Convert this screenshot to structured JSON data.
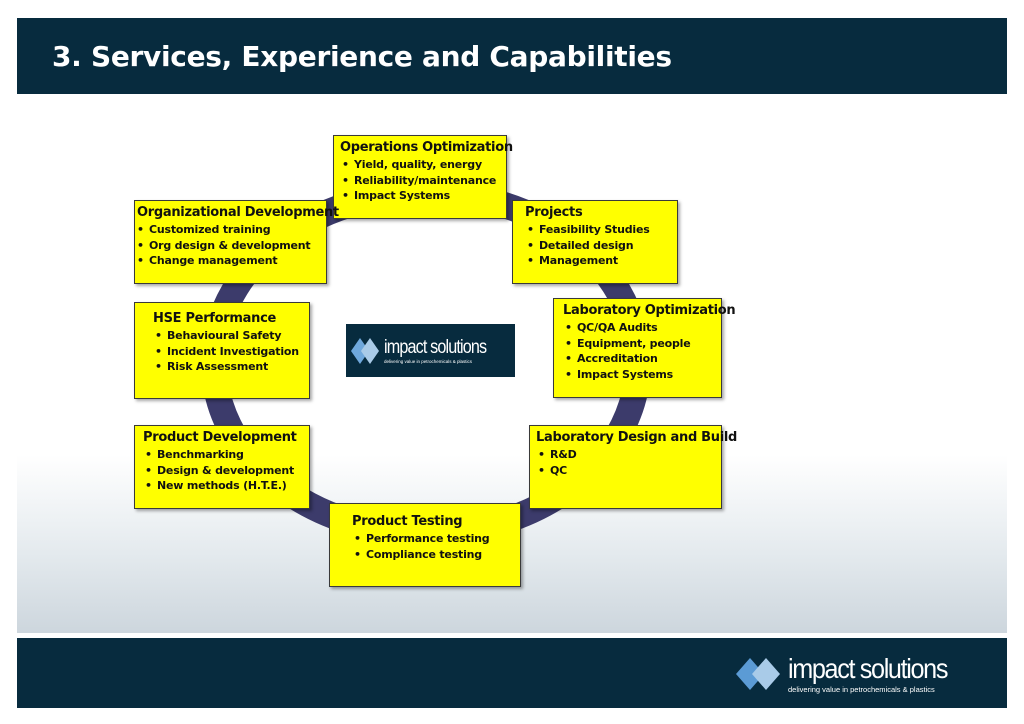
{
  "title": "3. Services, Experience and Capabilities",
  "colors": {
    "header": "#072b3e",
    "box_fill": "#ffff00",
    "ring": "#3c3b6b"
  },
  "logo": {
    "name": "impact solutions",
    "tagline": "delivering value in petrochemicals & plastics"
  },
  "boxes": [
    {
      "title": "Operations Optimization",
      "items": [
        "Yield, quality, energy",
        "Reliability/maintenance",
        "Impact Systems"
      ]
    },
    {
      "title": "Projects",
      "items": [
        "Feasibility Studies",
        "Detailed design",
        "Management"
      ]
    },
    {
      "title": "Laboratory Optimization",
      "items": [
        "QC/QA Audits",
        "Equipment, people",
        "Accreditation",
        "Impact Systems"
      ]
    },
    {
      "title": "Laboratory Design and Build",
      "items": [
        "R&D",
        "QC"
      ]
    },
    {
      "title": "Product Testing",
      "items": [
        "Performance testing",
        "Compliance testing"
      ]
    },
    {
      "title": "Product Development",
      "items": [
        "Benchmarking",
        "Design & development",
        "New methods (H.T.E.)"
      ]
    },
    {
      "title": "HSE Performance",
      "items": [
        "Behavioural Safety",
        "Incident Investigation",
        "Risk Assessment"
      ]
    },
    {
      "title": "Organizational Development",
      "items": [
        "Customized training",
        "Org design & development",
        "Change management"
      ]
    }
  ]
}
